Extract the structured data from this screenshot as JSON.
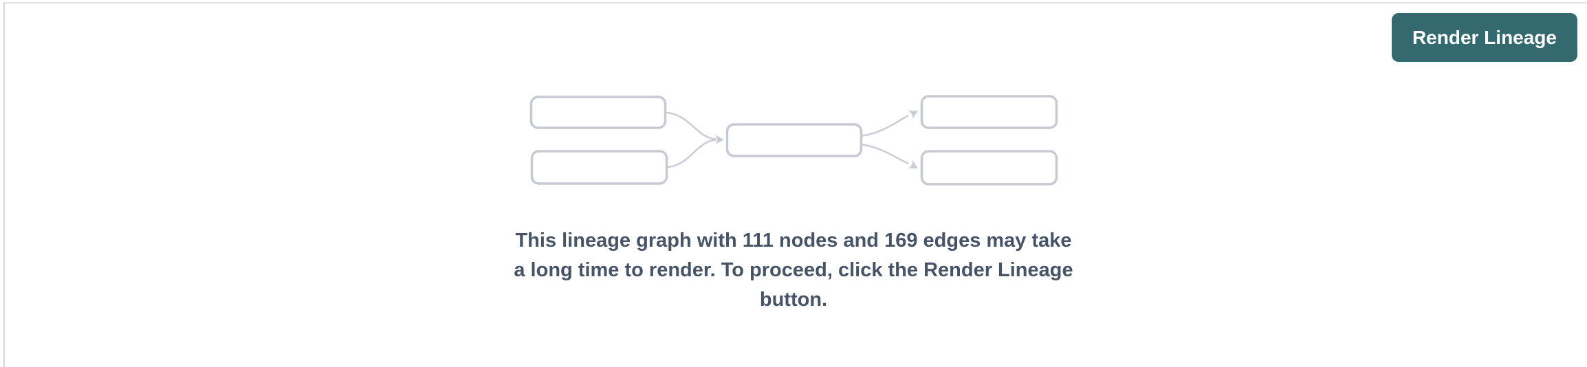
{
  "panel": {
    "background_color": "#ffffff",
    "top_border_color": "#e0e1e4",
    "left_border_color": "#d5d6d9"
  },
  "toolbar": {
    "render_lineage_button": {
      "label": "Render Lineage",
      "background_color": "#33696f",
      "text_color": "#ffffff"
    }
  },
  "empty_state": {
    "message_lines": [
      "This lineage graph with 111 nodes and 169 edges may take",
      "a long time to render. To proceed, click the Render Lineage",
      "button."
    ],
    "message_text": "This lineage graph with 111 nodes and 169 edges may take a long time to render. To proceed, click the Render Lineage button.",
    "node_count": 111,
    "edge_count": 169,
    "text_color": "#475467",
    "illustration": {
      "type": "lineage-graph-placeholder",
      "node_box_count": 5,
      "edge_count_drawn": 4,
      "box_border_color": "#c5cad3",
      "edge_color": "#c9ced6"
    }
  }
}
